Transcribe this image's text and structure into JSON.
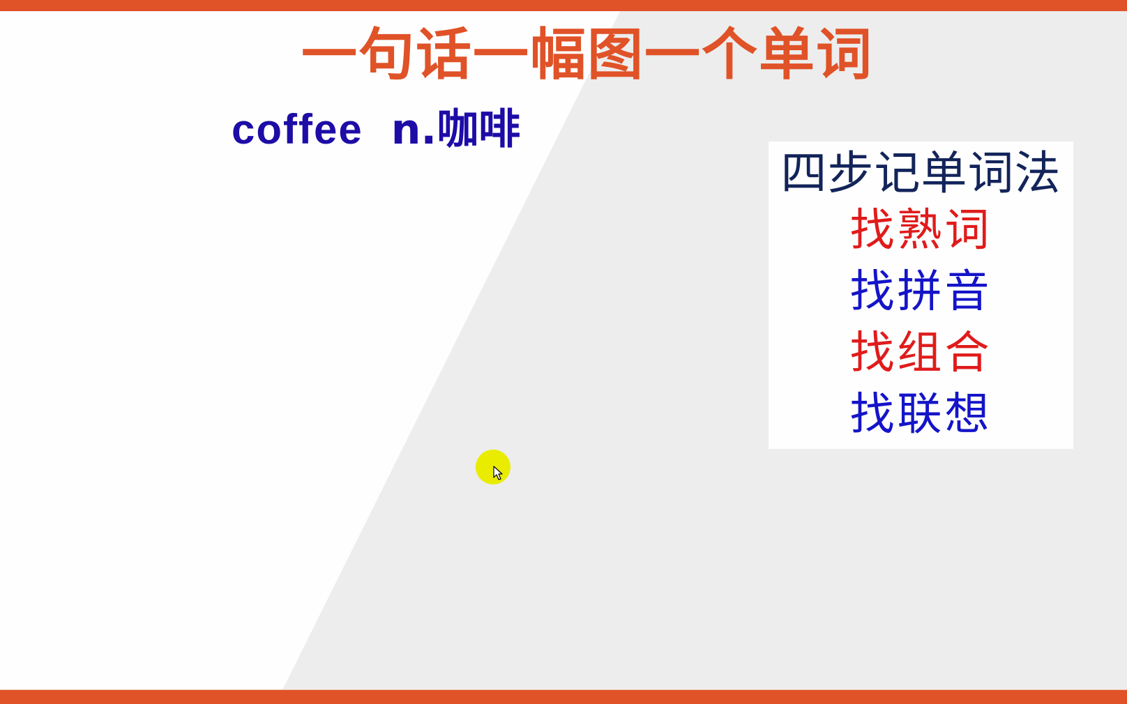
{
  "slide": {
    "title": "一句话一幅图一个单词",
    "word": "coffee",
    "meaning": "n.咖啡",
    "method_box": {
      "title": "四步记单词法",
      "steps": [
        {
          "label": "找熟词",
          "color": "#e01b1b"
        },
        {
          "label": "找拼音",
          "color": "#1414c8"
        },
        {
          "label": "找组合",
          "color": "#e01b1b"
        },
        {
          "label": "找联想",
          "color": "#1414c8"
        }
      ]
    }
  },
  "colors": {
    "accent_bar": "#e05227",
    "title": "#e05227",
    "word": "#1d0ca6",
    "box_title": "#13245a",
    "cursor_highlight": "#eaec00"
  },
  "icons": {
    "cursor": "mouse-pointer-icon"
  }
}
